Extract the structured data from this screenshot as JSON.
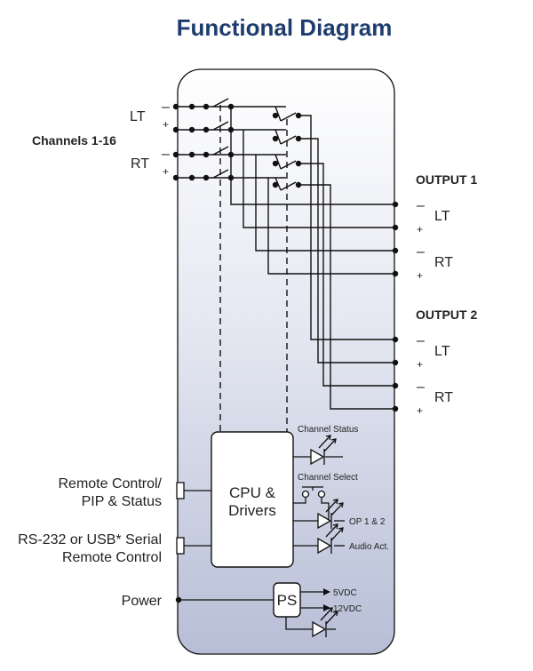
{
  "title": "Functional Diagram",
  "inputs": {
    "group_label": "Channels 1-16",
    "lt_label": "LT",
    "rt_label": "RT",
    "minus": "–",
    "plus": "+"
  },
  "outputs": [
    {
      "label": "OUTPUT 1",
      "lt_label": "LT",
      "rt_label": "RT"
    },
    {
      "label": "OUTPUT 2",
      "lt_label": "LT",
      "rt_label": "RT"
    }
  ],
  "cpu": {
    "line1": "CPU &",
    "line2": "Drivers"
  },
  "ps": {
    "label": "PS",
    "v5": "5VDC",
    "v12": "12VDC"
  },
  "indicators": {
    "channel_status": "Channel Status",
    "channel_select": "Channel Select",
    "op": "OP 1 & 2",
    "audio": "Audio Act."
  },
  "ports": {
    "remote_line1": "Remote Control/",
    "remote_line2": "PIP & Status",
    "serial_line1": "RS-232 or USB* Serial",
    "serial_line2": "Remote Control",
    "power": "Power"
  },
  "colors": {
    "title": "#1f3c6e",
    "panel_top": "#ffffff",
    "panel_bottom": "#b7bed6",
    "line": "#111111"
  }
}
